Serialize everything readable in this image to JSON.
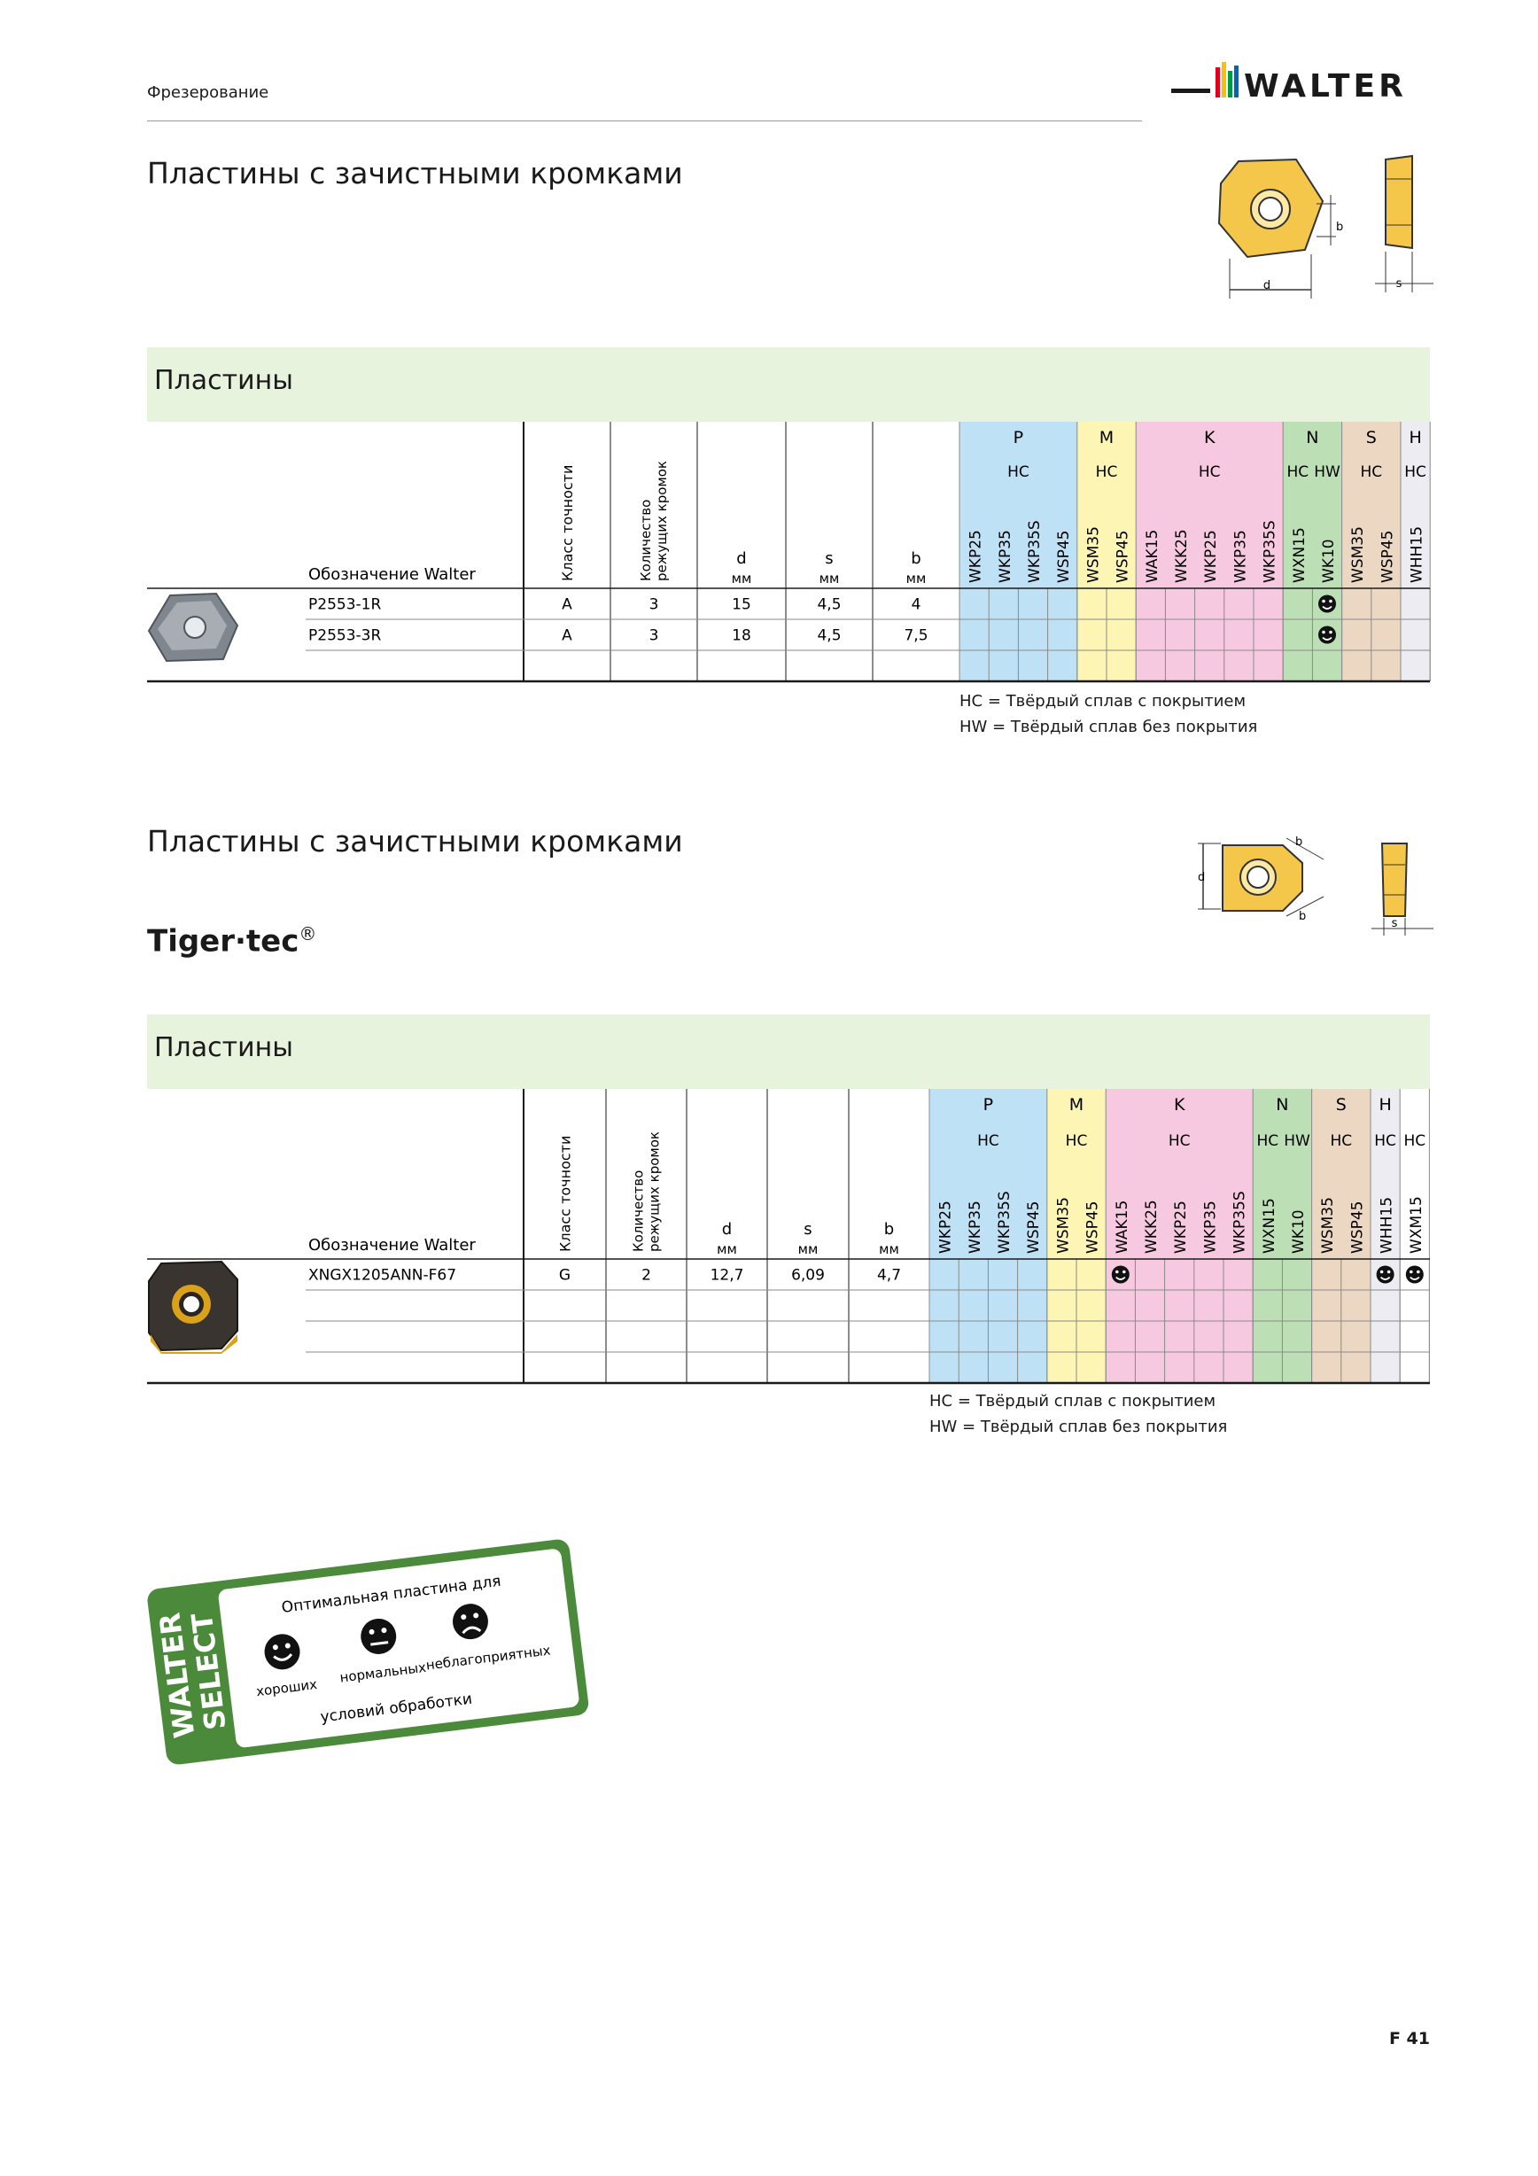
{
  "header": {
    "section": "Фрезерование",
    "brand": "WALTER"
  },
  "page_number": "F 41",
  "table_headers": {
    "designation": "Обозначение Walter",
    "precision": "Класс точности",
    "edges_line1": "Количество",
    "edges_line2": "режущих кромок",
    "d": "d",
    "s": "s",
    "b": "b",
    "unit": "мм"
  },
  "legend": {
    "hc": "HC = Твёрдый сплав с покрытием",
    "hw": "HW = Твёрдый сплав без покрытия"
  },
  "section1": {
    "title": "Пластины с зачистными кромками",
    "band": "Пластины",
    "groups": [
      {
        "letter": "P",
        "coating": "HC",
        "count": 4,
        "color": "#bfe1f6"
      },
      {
        "letter": "M",
        "coating": "HC",
        "count": 2,
        "color": "#fdf5b4"
      },
      {
        "letter": "K",
        "coating": "HC",
        "count": 5,
        "color": "#f6c9e0"
      },
      {
        "letter": "N",
        "coating": "",
        "count": 2,
        "color": "#bddfb5",
        "subs": [
          "HC",
          "HW"
        ]
      },
      {
        "letter": "S",
        "coating": "HC",
        "count": 2,
        "color": "#ecd8c2"
      },
      {
        "letter": "H",
        "coating": "HC",
        "count": 1,
        "color": "#ececf2"
      }
    ],
    "grades": [
      "WKP25",
      "WKP35",
      "WKP35S",
      "WSP45",
      "WSM35",
      "WSP45",
      "WAK15",
      "WKK25",
      "WKP25",
      "WKP35",
      "WKP35S",
      "WXN15",
      "WK10",
      "WSM35",
      "WSP45",
      "WHH15"
    ],
    "rows": [
      {
        "designation": "P2553-1R",
        "precision": "A",
        "edges": "3",
        "d": "15",
        "s": "4,5",
        "b": "4",
        "marks": [
          12
        ]
      },
      {
        "designation": "P2553-3R",
        "precision": "A",
        "edges": "3",
        "d": "18",
        "s": "4,5",
        "b": "7,5",
        "marks": [
          12
        ]
      },
      {
        "designation": "",
        "precision": "",
        "edges": "",
        "d": "",
        "s": "",
        "b": "",
        "marks": []
      }
    ],
    "dims": [
      "b",
      "d",
      "s"
    ]
  },
  "section2": {
    "title": "Пластины с зачистными кромками",
    "subtitle": "Tiger·tec",
    "reg": "®",
    "band": "Пластины",
    "groups": [
      {
        "letter": "P",
        "coating": "HC",
        "count": 4,
        "color": "#bfe1f6"
      },
      {
        "letter": "M",
        "coating": "HC",
        "count": 2,
        "color": "#fdf5b4"
      },
      {
        "letter": "K",
        "coating": "HC",
        "count": 5,
        "color": "#f6c9e0"
      },
      {
        "letter": "N",
        "coating": "",
        "count": 2,
        "color": "#bddfb5",
        "subs": [
          "HC",
          "HW"
        ]
      },
      {
        "letter": "S",
        "coating": "HC",
        "count": 2,
        "color": "#ecd8c2"
      },
      {
        "letter": "H",
        "coating": "HC",
        "count": 1,
        "color": "#ececf2"
      },
      {
        "letter": "",
        "coating": "HC",
        "count": 1,
        "color": "#ffffff"
      }
    ],
    "grades": [
      "WKP25",
      "WKP35",
      "WKP35S",
      "WSP45",
      "WSM35",
      "WSP45",
      "WAK15",
      "WKK25",
      "WKP25",
      "WKP35",
      "WKP35S",
      "WXN15",
      "WK10",
      "WSM35",
      "WSP45",
      "WHH15",
      "WXM15"
    ],
    "rows": [
      {
        "designation": "XNGX1205ANN-F67",
        "precision": "G",
        "edges": "2",
        "d": "12,7",
        "s": "6,09",
        "b": "4,7",
        "marks": [
          6,
          15,
          16
        ]
      },
      {
        "designation": "",
        "precision": "",
        "edges": "",
        "d": "",
        "s": "",
        "b": "",
        "marks": []
      },
      {
        "designation": "",
        "precision": "",
        "edges": "",
        "d": "",
        "s": "",
        "b": "",
        "marks": []
      },
      {
        "designation": "",
        "precision": "",
        "edges": "",
        "d": "",
        "s": "",
        "b": "",
        "marks": []
      }
    ],
    "dims": [
      "d",
      "b",
      "b",
      "s"
    ]
  },
  "select_badge": {
    "brand_line1": "WALTER",
    "brand_line2": "SELECT",
    "title": "Оптимальная пластина для",
    "good": "хороших",
    "normal": "нормальных",
    "bad": "неблагоприятных",
    "footer": "условий обработки"
  }
}
